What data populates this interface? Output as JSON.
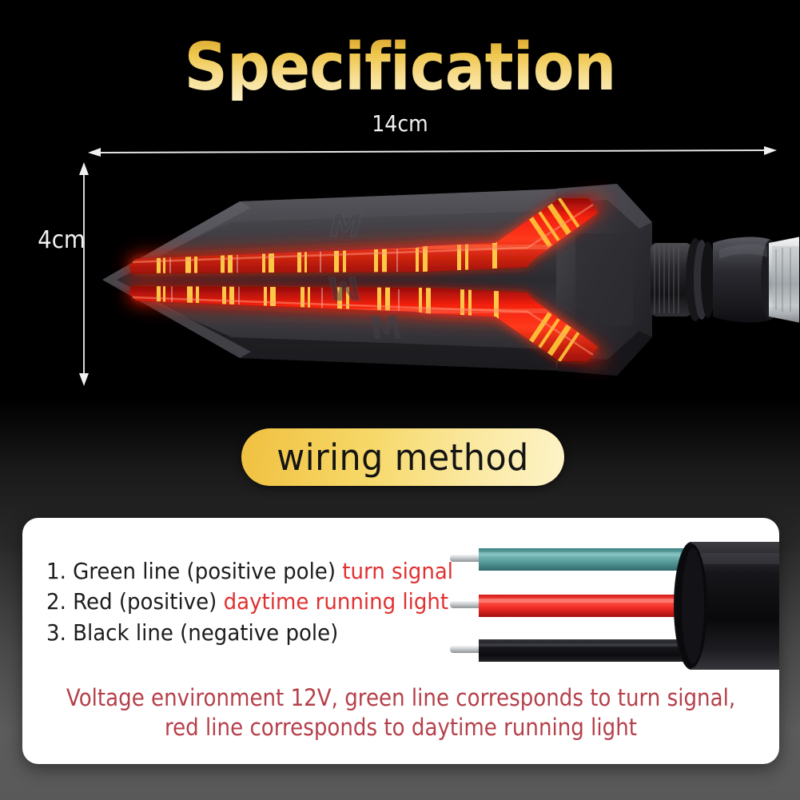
{
  "page": {
    "title": "Specification",
    "background_top_color": "#000000",
    "background_bottom_color": "#5c5c5c",
    "title_gradient_top": "#d9a52c",
    "title_gradient_bottom": "#fbf0c4"
  },
  "dimensions": {
    "length_label": "14cm",
    "height_label": "4cm",
    "arrow_color": "#e6e6e6"
  },
  "product": {
    "name": "arrow-led-turn-signal-lamp",
    "emboss_top": "M",
    "emboss_bottom": "M",
    "led_color": "#ff2a15",
    "led_core_color": "#ffd34a",
    "housing_color": "#3a3a3c",
    "nut_color": "#cfd2d4"
  },
  "wiring_badge": {
    "label": "wiring method",
    "gradient_start": "#f0c040",
    "gradient_end": "#fdf3c8",
    "text_color": "#141414"
  },
  "wiring": {
    "items": [
      {
        "prefix": "1. Green line (positive pole) ",
        "highlight": "turn signal"
      },
      {
        "prefix": "2. Red (positive) ",
        "highlight": "daytime running light"
      },
      {
        "prefix": "3. Black line (negative pole)",
        "highlight": ""
      }
    ],
    "note_line1": "Voltage environment 12V, green line corresponds to turn signal,",
    "note_line2": "red line corresponds to daytime running light",
    "note_color": "#b5404a",
    "highlight_color": "#e03131"
  },
  "harness": {
    "wires": [
      {
        "name": "green-wire",
        "color": "#4f9a9a"
      },
      {
        "name": "red-wire",
        "color": "#f02b24"
      },
      {
        "name": "black-wire",
        "color": "#141414"
      }
    ],
    "sheath_color": "#141414",
    "tip_color": "#d8dadc"
  }
}
